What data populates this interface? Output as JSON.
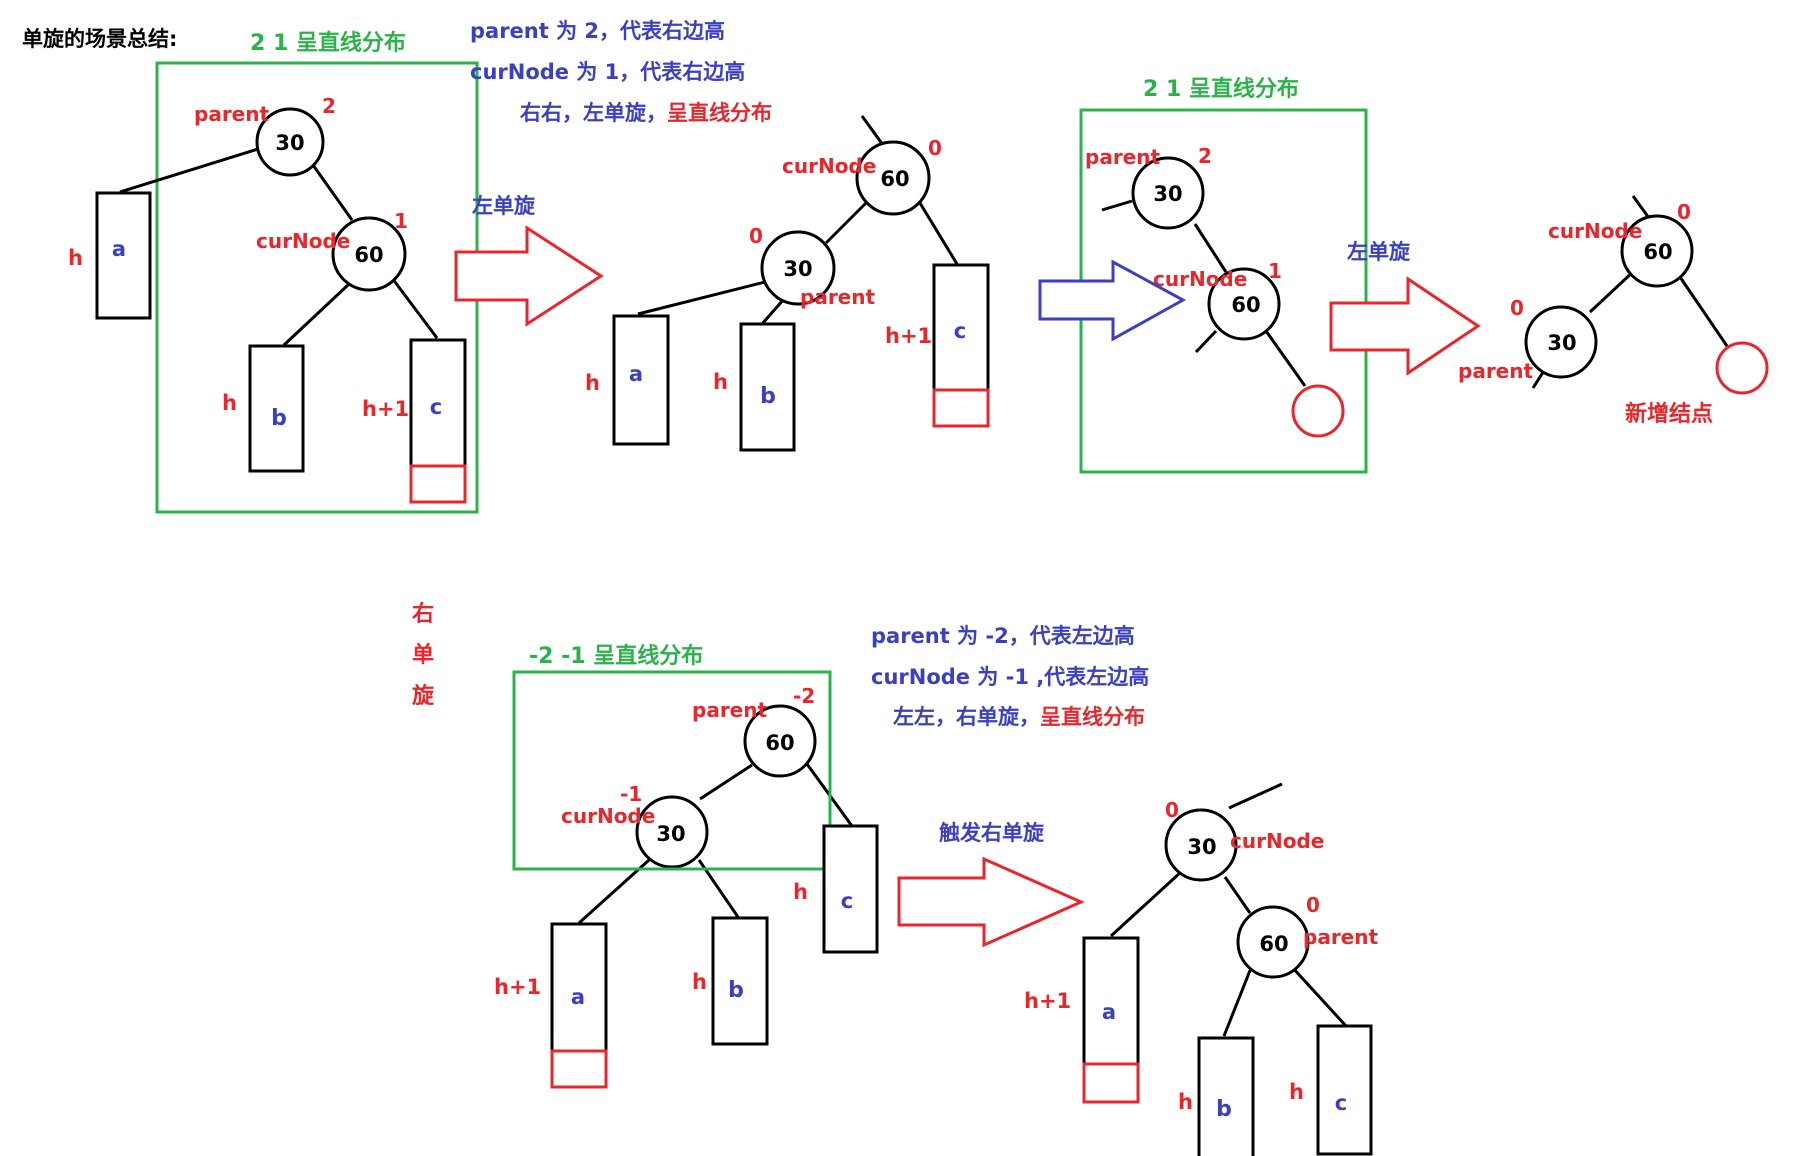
{
  "heading": "单旋的场景总结:",
  "section_left": {
    "box_label": "2 1 呈直线分布",
    "note_line1": "parent 为 2，代表右边高",
    "note_line2": "curNode 为 1，代表右边高",
    "note_line3_black": "右右，左单旋，",
    "note_line3_red": "呈直线分布",
    "arrow_label": "左单旋",
    "before": {
      "parent_label": "parent",
      "parent_bf": "2",
      "parent_key": "30",
      "cur_label": "curNode",
      "cur_bf": "1",
      "cur_key": "60",
      "sub_a": "a",
      "sub_b": "b",
      "sub_c": "c",
      "h_a": "h",
      "h_b": "h",
      "h_c": "h+1"
    },
    "after": {
      "cur_label": "curNode",
      "cur_bf": "0",
      "cur_key": "60",
      "parent_label": "parent",
      "parent_bf": "0",
      "parent_key": "30",
      "sub_a": "a",
      "sub_b": "b",
      "sub_c": "c",
      "h_a": "h",
      "h_b": "h",
      "h_c": "h+1"
    }
  },
  "section_right": {
    "box_label": "2  1 呈直线分布",
    "arrow_label": "左单旋",
    "before": {
      "parent_label": "parent",
      "parent_bf": "2",
      "parent_key": "30",
      "cur_label": "curNode",
      "cur_bf": "1",
      "cur_key": "60"
    },
    "after": {
      "cur_label": "curNode",
      "cur_bf": "0",
      "cur_key": "60",
      "parent_label": "parent",
      "parent_bf": "0",
      "parent_key": "30",
      "new_node_label": "新增结点"
    }
  },
  "section_bottom": {
    "side_label": [
      "右",
      "单",
      "旋"
    ],
    "box_label": "-2 -1 呈直线分布",
    "note_line1": "parent 为 -2，代表左边高",
    "note_line2": "curNode 为 -1 ,代表左边高",
    "note_line3_black": "左左，右单旋，",
    "note_line3_red": "呈直线分布",
    "arrow_label": "触发右单旋",
    "before": {
      "parent_label": "parent",
      "parent_bf": "-2",
      "parent_key": "60",
      "cur_label": "curNode",
      "cur_bf": "-1",
      "cur_key": "30",
      "sub_a": "a",
      "sub_b": "b",
      "sub_c": "c",
      "h_a": "h+1",
      "h_b": "h",
      "h_c": "h"
    },
    "after": {
      "cur_label": "curNode",
      "cur_bf": "0",
      "cur_key": "30",
      "parent_label": "parent",
      "parent_bf": "0",
      "parent_key": "60",
      "sub_a": "a",
      "sub_b": "b",
      "sub_c": "c",
      "h_a": "h+1",
      "h_b": "h",
      "h_c": "h"
    }
  },
  "colors": {
    "green": "#2bb34a",
    "red": "#e8262b",
    "blue": "#3b3fc4",
    "black": "#000000"
  }
}
